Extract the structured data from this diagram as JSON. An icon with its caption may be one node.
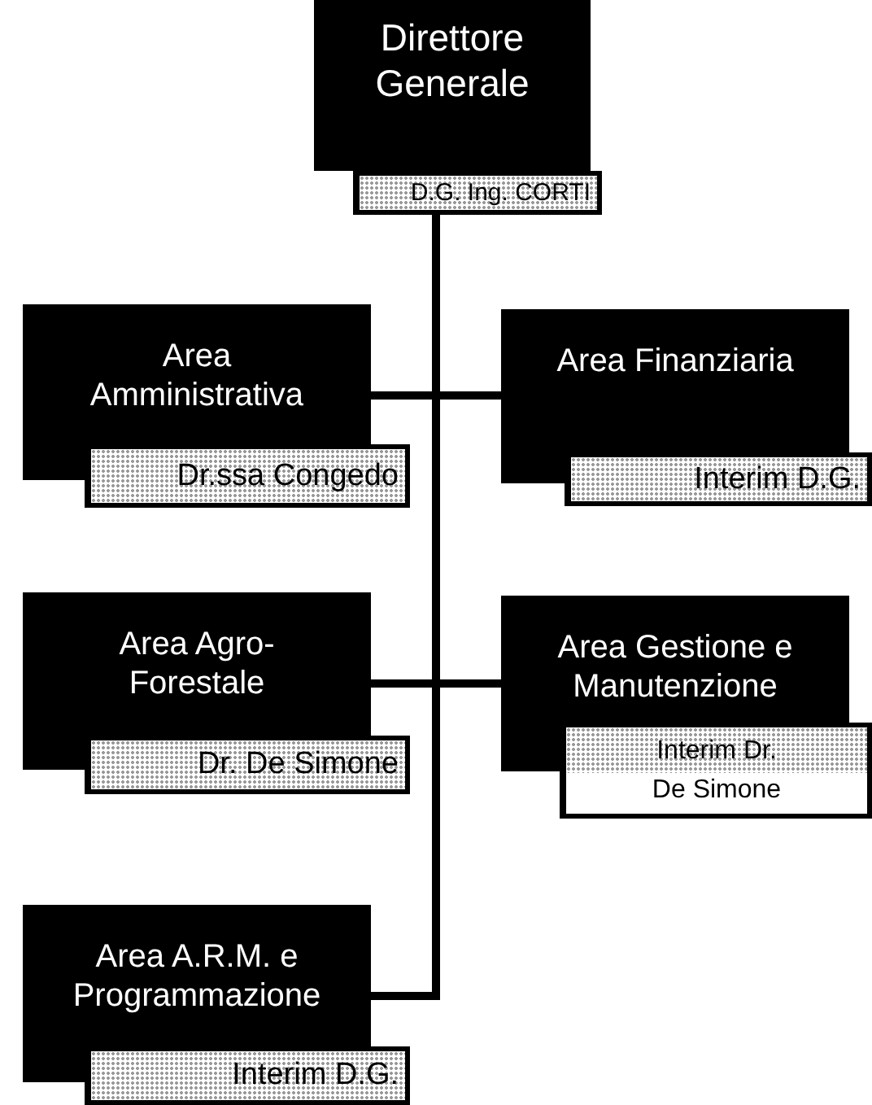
{
  "diagram": {
    "nodes": [
      {
        "text": [
          "Direttore Generale",
          "D.G. Ing. CORTI"
        ]
      },
      {
        "text": [
          "Area Amministrativa",
          "Dr.ssa Congedo"
        ]
      },
      {
        "text": [
          "Area Finanziaria",
          "Interim D.G."
        ]
      },
      {
        "text": [
          "Area Agro-Forestale",
          "Dr. De Simone"
        ]
      },
      {
        "text": [
          "Area Gestione e Manutenzione",
          "Interim Dr. De Simone"
        ]
      },
      {
        "text": [
          "Area A.R.M. e Programmazione",
          "Interim D.G."
        ]
      }
    ],
    "edges": [
      {
        "from": 0,
        "to": 1,
        "arrow": "none"
      },
      {
        "from": 0,
        "to": 2,
        "arrow": "none"
      },
      {
        "from": 0,
        "to": 3,
        "arrow": "none"
      },
      {
        "from": 0,
        "to": 4,
        "arrow": "none"
      },
      {
        "from": 0,
        "to": 5,
        "arrow": "none"
      }
    ]
  }
}
